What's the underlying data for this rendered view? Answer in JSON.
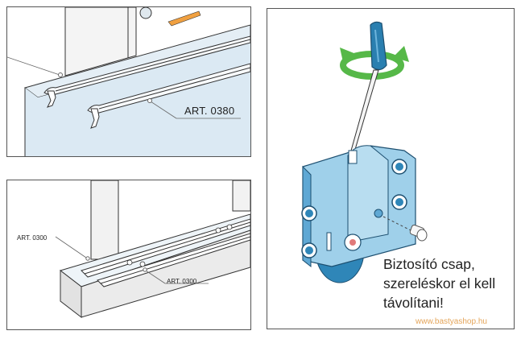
{
  "panel_a": {
    "label": "ART. 0380"
  },
  "panel_b": {
    "labels": [
      "ART. 0300",
      "ART. 0300"
    ]
  },
  "panel_c": {
    "caption": [
      "Biztosító csap,",
      "szereléskor el kell",
      "távolítani!"
    ]
  },
  "watermark": "www.bastyashop.hu",
  "colors": {
    "blue_light": "#cfe6f2",
    "blue_part": "#9fd0ea",
    "blue_dark": "#2f86b8",
    "green_arrow": "#56b848",
    "handle": "#2a7fb0",
    "outline": "#2a2a2a",
    "wood": "#e9e9e9"
  }
}
